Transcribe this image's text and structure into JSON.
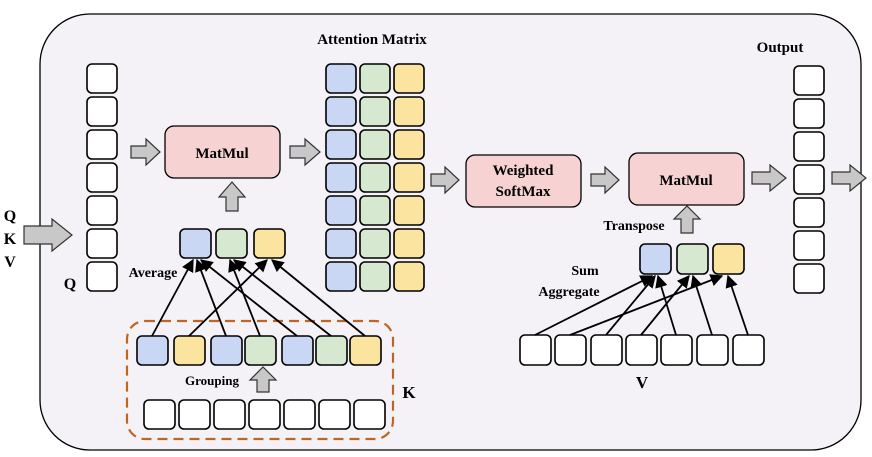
{
  "labels": {
    "attention_matrix": "Attention Matrix",
    "output": "Output",
    "q_left_line1": "Q",
    "q_left_line2": "K",
    "q_left_line3": "V",
    "q_small": "Q",
    "average": "Average",
    "grouping": "Grouping",
    "k": "K",
    "matmul_1": "MatMul",
    "weighted_softmax_line1": "Weighted",
    "weighted_softmax_line2": "SoftMax",
    "matmul_2": "MatMul",
    "transpose": "Transpose",
    "sum_aggregate_line1": "Sum",
    "sum_aggregate_line2": "Aggregate",
    "v": "V"
  },
  "colors": {
    "blue": "#c9d7f4",
    "green": "#d6e8d0",
    "yellow": "#fbe4a0",
    "pink": "#f7d2d2",
    "panel": "#f4f2f6",
    "dashed": "#c0651f",
    "arrow": "#c8c8c8"
  }
}
